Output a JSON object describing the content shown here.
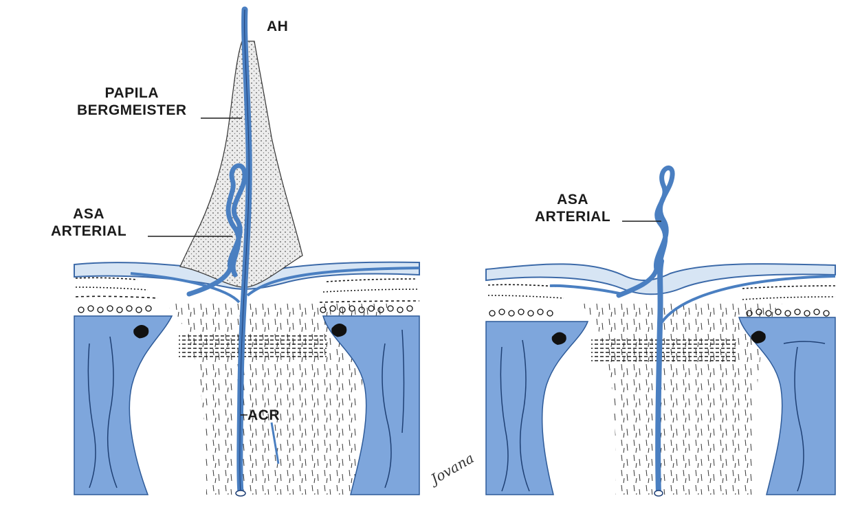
{
  "labels": {
    "ah": "AH",
    "papila_line1": "PAPILA",
    "papila_line2": "BERGMEISTER",
    "asa_left_line1": "ASA",
    "asa_left_line2": "ARTERIAL",
    "acr": "ACR",
    "asa_right_line1": "ASA",
    "asa_right_line2": "ARTERIAL"
  },
  "signature": "Jovana",
  "colors": {
    "vessel": "#4a7fc1",
    "sclera": "#7ea6dc",
    "choroid_pale": "#dfeaf6",
    "papilla_fill": "#e9e9e9",
    "ink": "#1b1b1b"
  }
}
